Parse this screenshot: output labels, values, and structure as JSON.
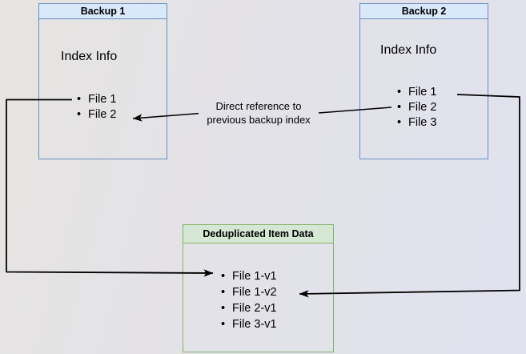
{
  "diagram": {
    "backup1": {
      "title": "Backup 1",
      "index_label": "Index Info",
      "files": [
        "File 1",
        "File 2"
      ]
    },
    "backup2": {
      "title": "Backup 2",
      "index_label": "Index Info",
      "files": [
        "File 1",
        "File 2",
        "File 3"
      ]
    },
    "dedup": {
      "title": "Deduplicated Item Data",
      "items": [
        "File 1-v1",
        "File 1-v2",
        "File 2-v1",
        "File 3-v1"
      ]
    },
    "annotation": {
      "line1": "Direct reference to",
      "line2": "previous backup index"
    },
    "colors": {
      "backup_border": "#6c8ebf",
      "backup_header_fill": "#dae8fc",
      "dedup_border": "#82b366",
      "dedup_header_fill": "#d5e8d4",
      "connector": "#000000",
      "canvas_left": "#e6e4e1",
      "canvas_right": "#e1e2ef"
    }
  }
}
